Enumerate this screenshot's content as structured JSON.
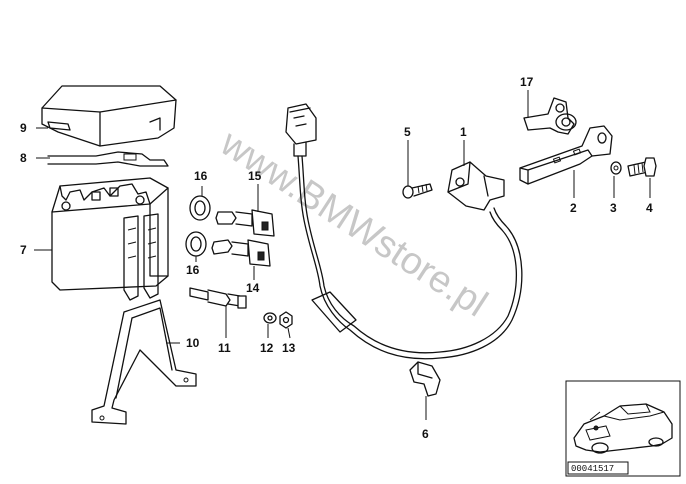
{
  "watermark": "www.BMWstore.pl",
  "callouts": {
    "p1": "1",
    "p2": "2",
    "p3": "3",
    "p4": "4",
    "p5": "5",
    "p6": "6",
    "p7": "7",
    "p8": "8",
    "p9": "9",
    "p10": "10",
    "p11": "11",
    "p12": "12",
    "p13": "13",
    "p14": "14",
    "p15": "15",
    "p16a": "16",
    "p16b": "16",
    "p17": "17"
  },
  "thumbnail": {
    "code": "00041517"
  }
}
